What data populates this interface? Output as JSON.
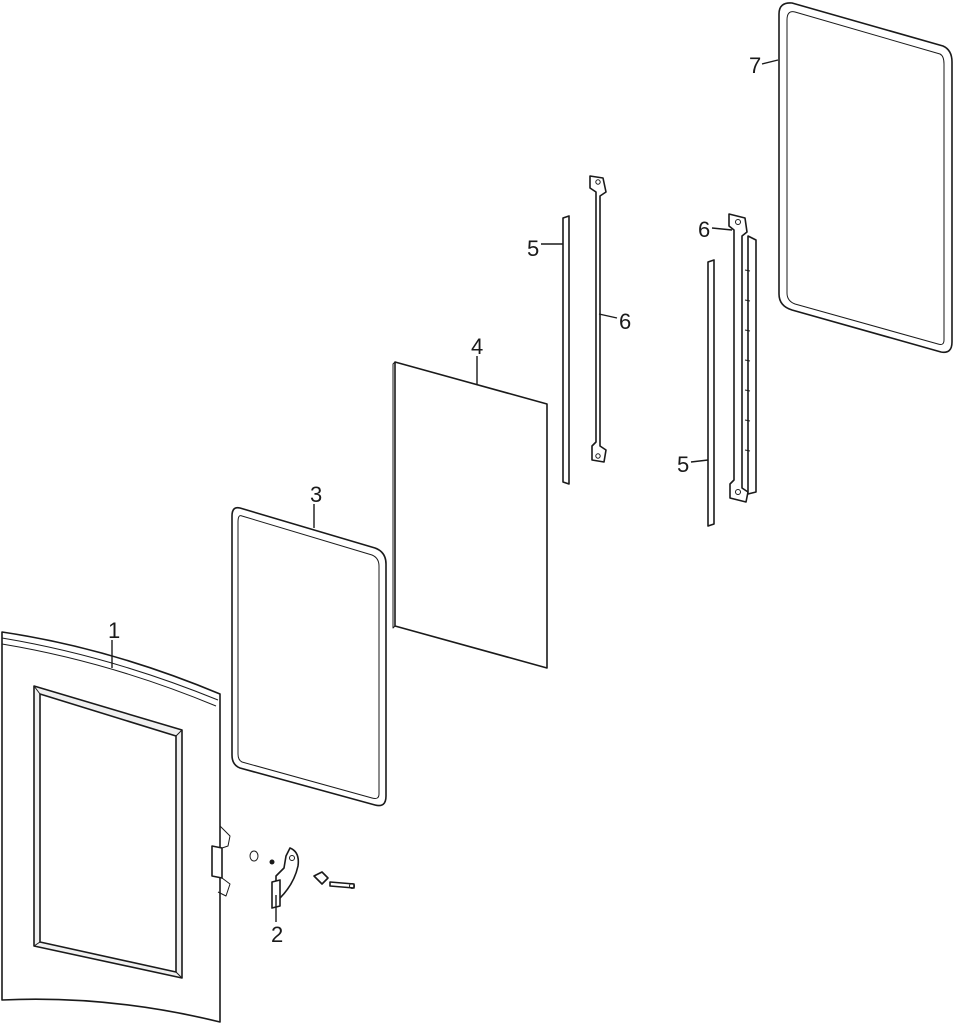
{
  "callouts": {
    "frame": "1",
    "hinge": "2",
    "gasket": "3",
    "panel": "4",
    "strip_left": "5",
    "strip_right": "5",
    "bracket_left": "6",
    "bracket_right": "6",
    "outer_frame": "7"
  },
  "colors": {
    "line": "#1a1a1a",
    "background": "#ffffff"
  }
}
